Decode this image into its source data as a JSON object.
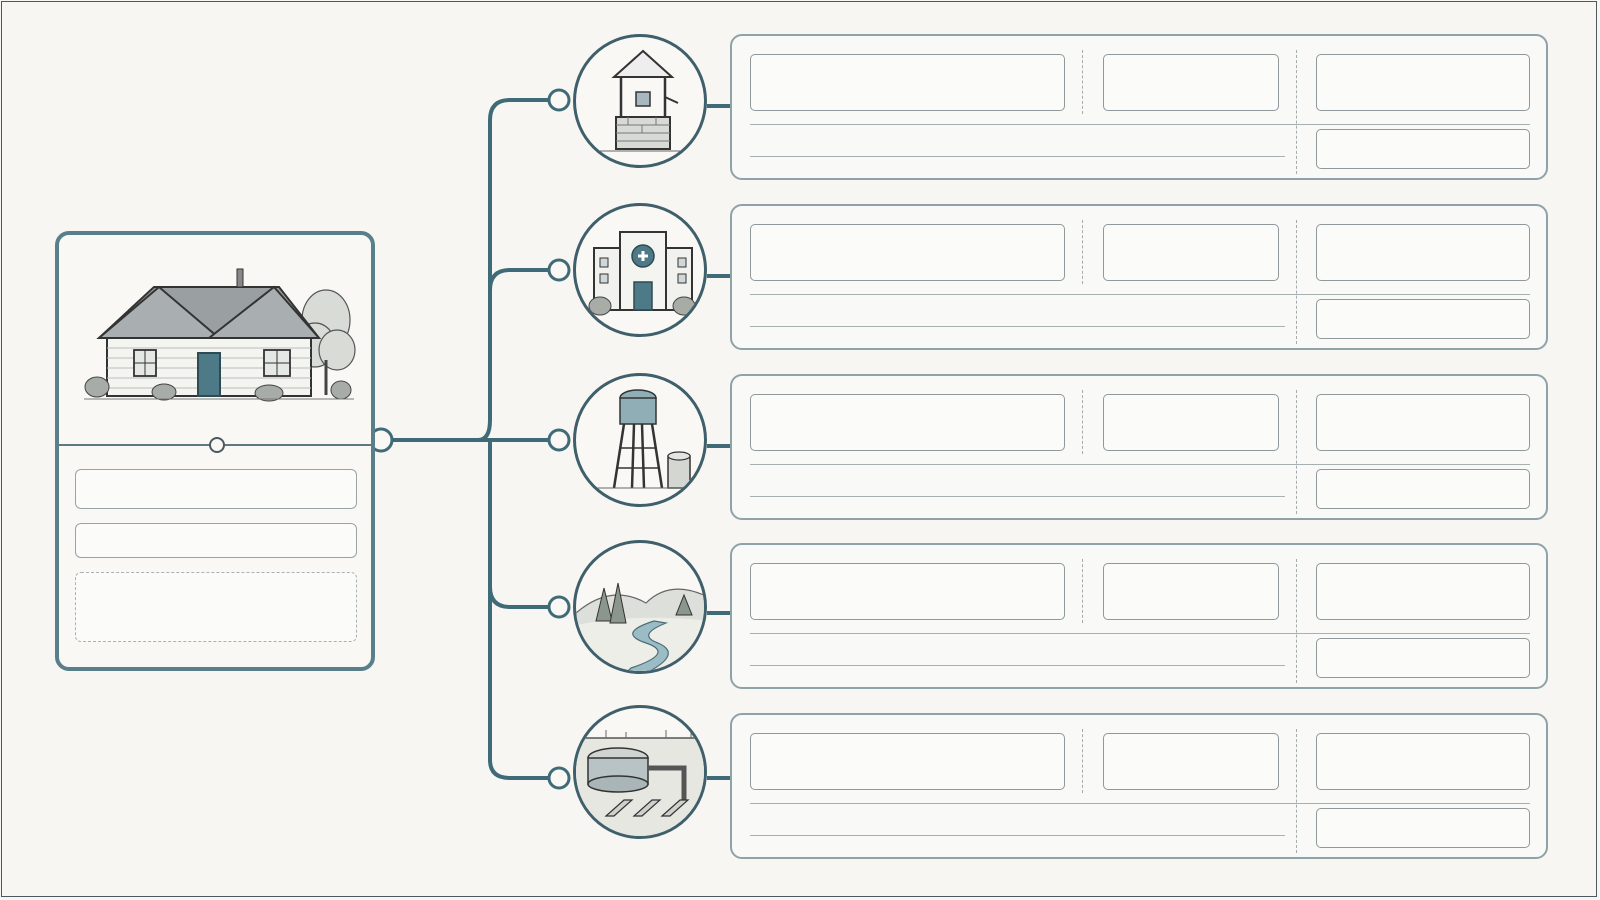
{
  "theme": {
    "accent": "#3f6b78",
    "stroke": "#4a5a60",
    "card_border": "#8ea2a8",
    "background": "#f7f6f3"
  },
  "source": {
    "icon": "house-icon",
    "fields": [
      "empty",
      "empty",
      "empty-dashed"
    ]
  },
  "branches": [
    {
      "icon": "well-icon",
      "row": {
        "columns": 3,
        "sub_field": "empty"
      }
    },
    {
      "icon": "hospital-icon",
      "row": {
        "columns": 3,
        "sub_field": "empty"
      }
    },
    {
      "icon": "water-tower-icon",
      "row": {
        "columns": 3,
        "sub_field": "empty"
      }
    },
    {
      "icon": "river-icon",
      "row": {
        "columns": 3,
        "sub_field": "empty"
      }
    },
    {
      "icon": "septic-tank-icon",
      "row": {
        "columns": 3,
        "sub_field": "empty"
      }
    }
  ]
}
